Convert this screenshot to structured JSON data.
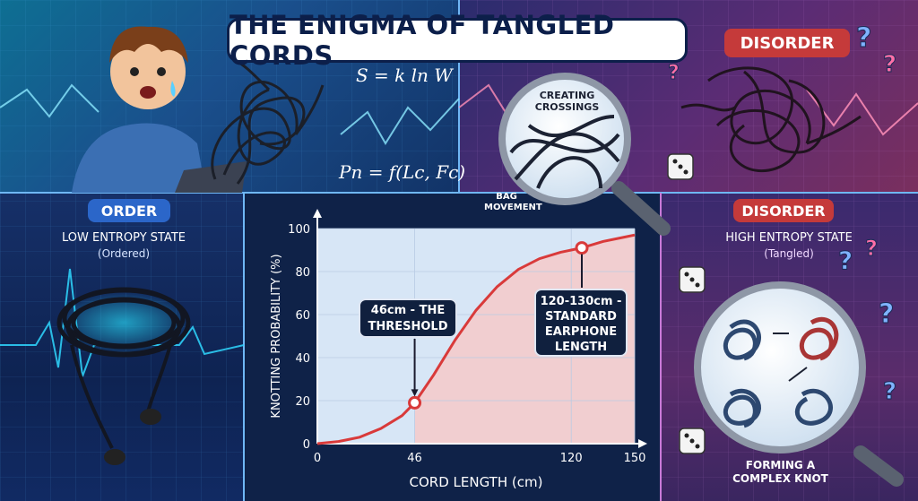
{
  "title": "THE ENIGMA OF TANGLED CORDS",
  "formulas": {
    "entropy": "S = k ln W",
    "probability": "Pn = f(Lc, Fc)"
  },
  "top_right": {
    "tag": "DISORDER"
  },
  "magnifier_top": {
    "label": "CREATING CROSSINGS",
    "side_label": "BAG MOVEMENT"
  },
  "left_panel": {
    "tag": "ORDER",
    "state": "LOW ENTROPY STATE",
    "sub": "(Ordered)"
  },
  "right_panel": {
    "tag": "DISORDER",
    "state": "HIGH ENTROPY STATE",
    "sub": "(Tangled)",
    "magnifier_label": "FORMING A COMPLEX KNOT"
  },
  "chart_data": {
    "type": "line",
    "xlabel": "CORD LENGTH (cm)",
    "ylabel": "KNOTTING PROBABILITY (%)",
    "xlim": [
      0,
      150
    ],
    "ylim": [
      0,
      100
    ],
    "xticks": [
      0,
      46,
      120,
      150
    ],
    "yticks": [
      0,
      20,
      40,
      60,
      80,
      100
    ],
    "x": [
      0,
      10,
      20,
      30,
      40,
      46,
      55,
      65,
      75,
      85,
      95,
      105,
      115,
      125,
      135,
      145,
      150
    ],
    "y": [
      0,
      1,
      3,
      7,
      13,
      19,
      32,
      48,
      62,
      73,
      81,
      86,
      89,
      91,
      94,
      96,
      97
    ],
    "annotations": [
      {
        "text": "46cm - THE THRESHOLD",
        "x": 46,
        "y": 19
      },
      {
        "text": "120-130cm - STANDARD EARPHONE LENGTH",
        "x": 125,
        "y": 91
      }
    ],
    "colors": {
      "line": "#d93a3a",
      "below_fill": "#d7e6f6",
      "above_fill": "#f6c9c9"
    }
  }
}
